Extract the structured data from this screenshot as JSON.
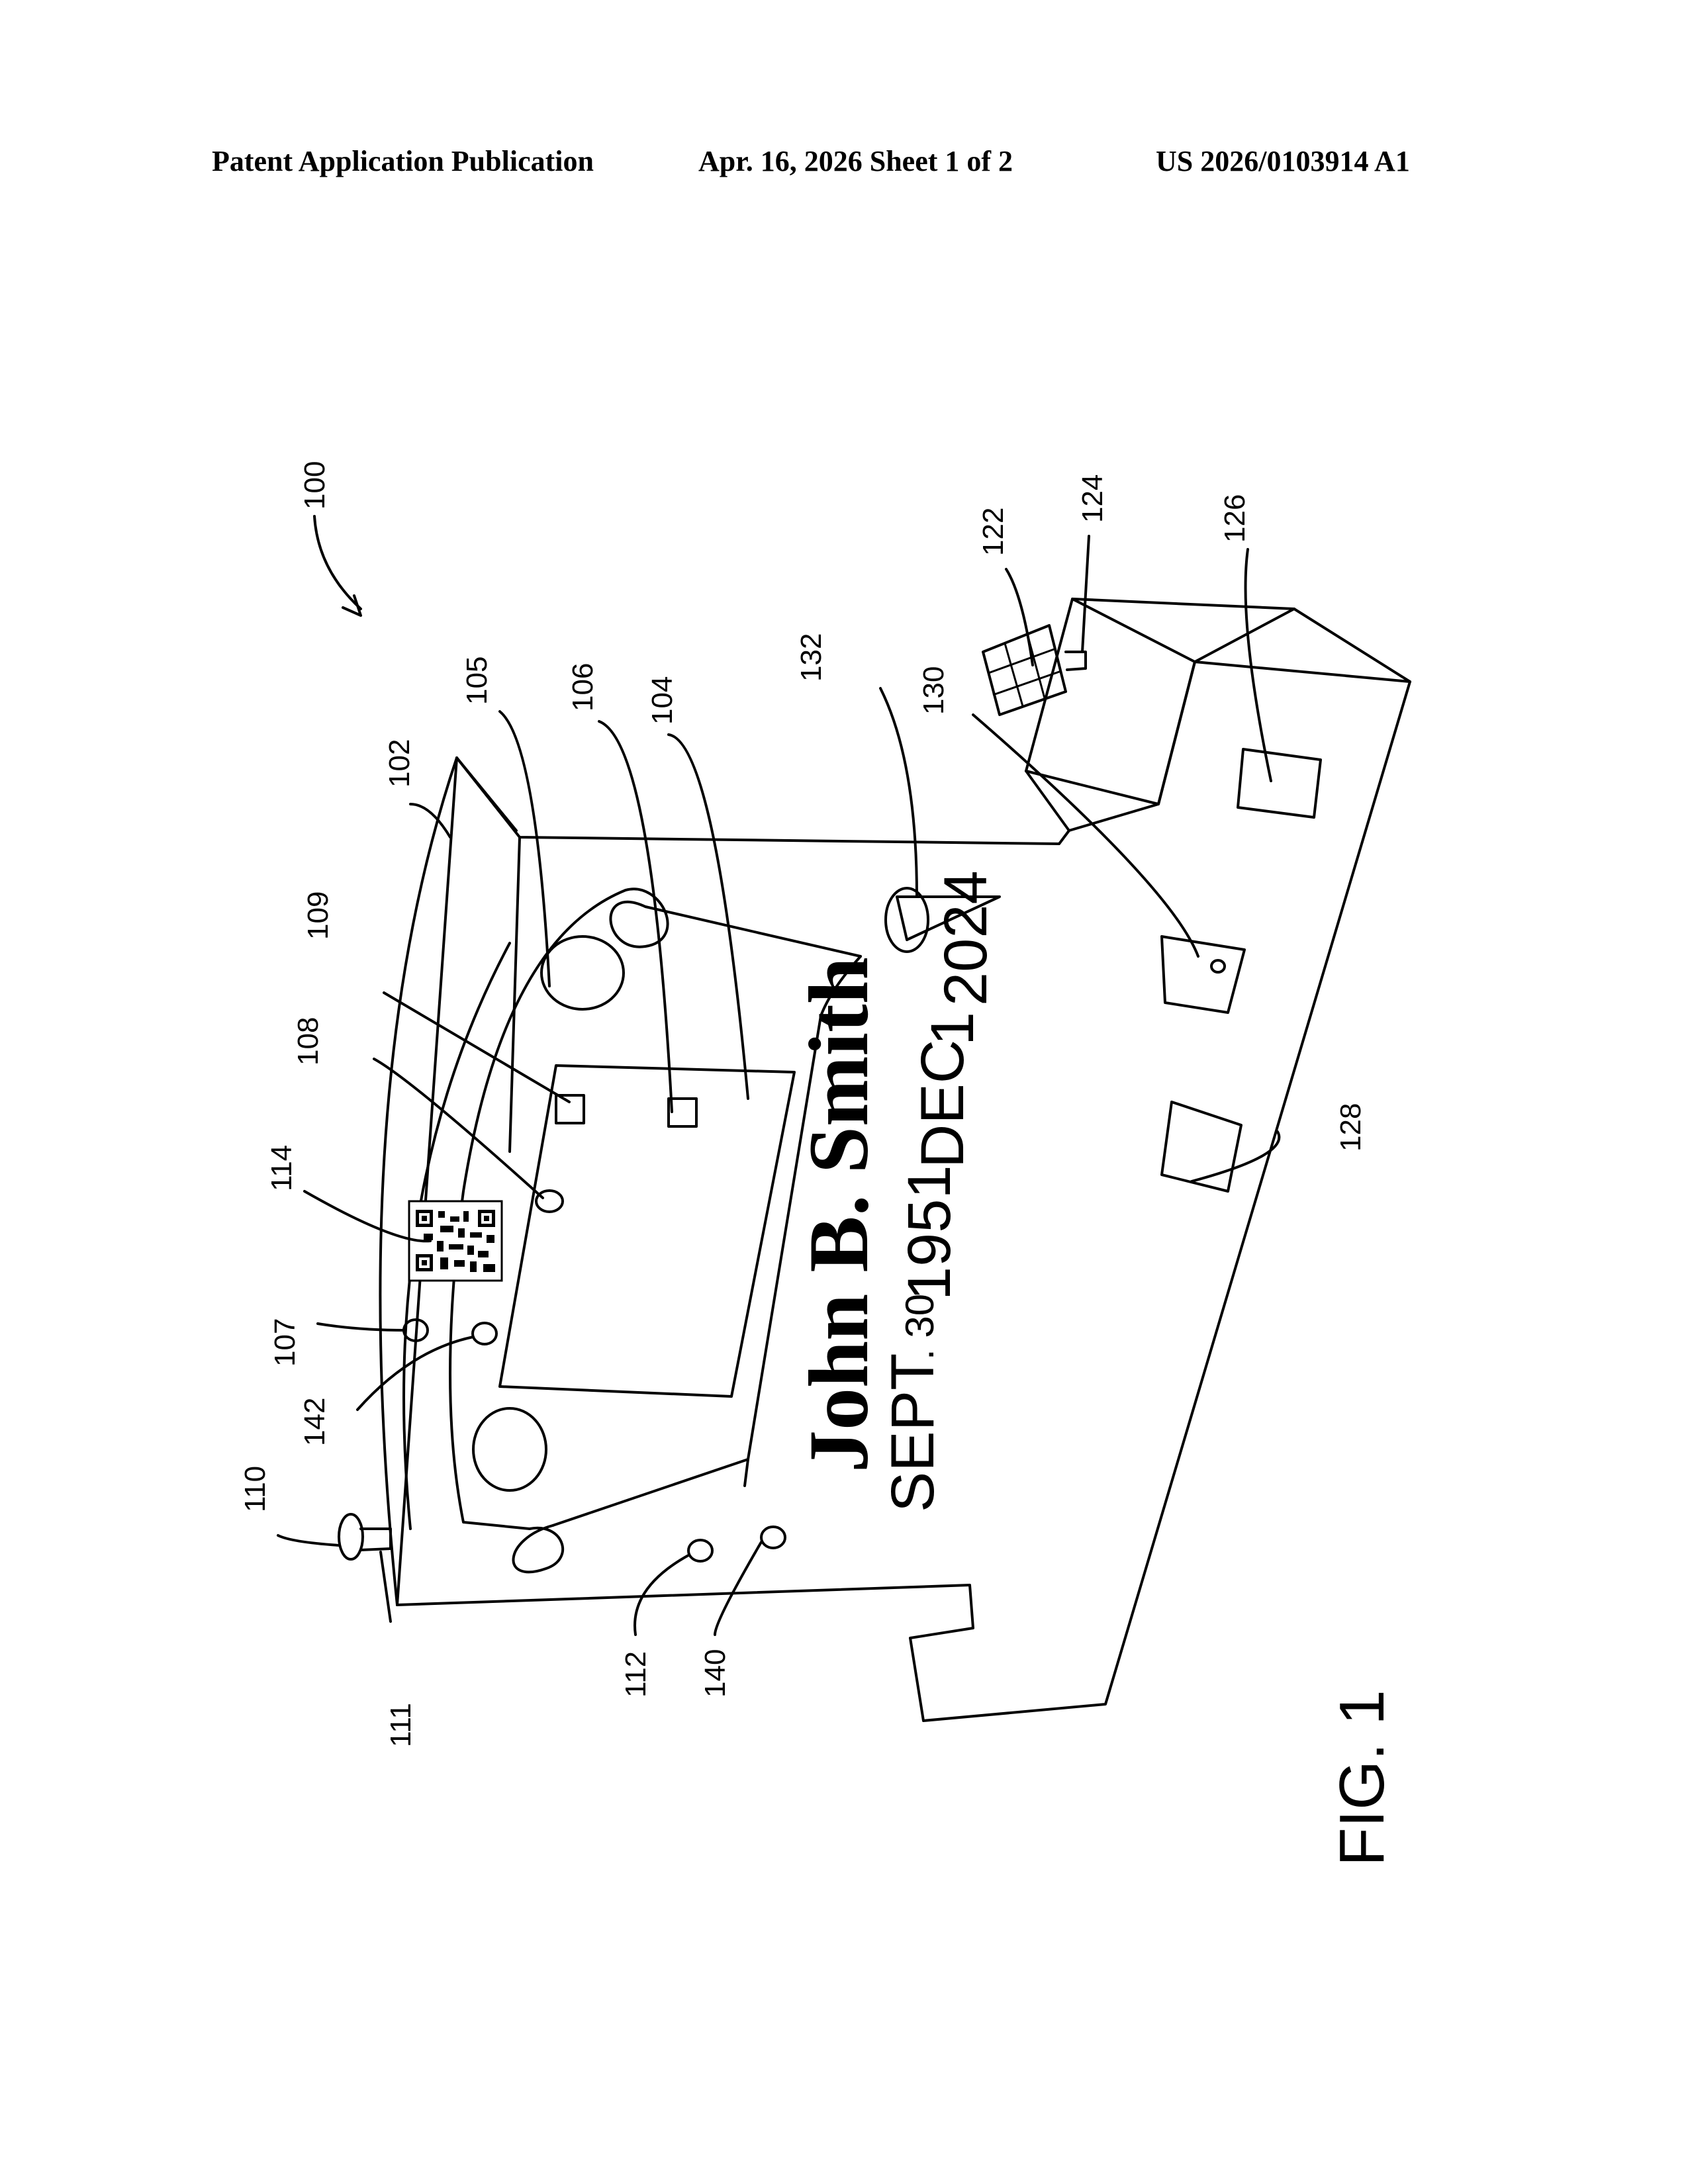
{
  "header": {
    "left": "Patent Application Publication",
    "middle": "Apr. 16, 2026  Sheet 1 of 2",
    "right": "US 2026/0103914 A1"
  },
  "headstone": {
    "name": "John B. Smith",
    "birth_month": "SEPT",
    "birth_day": ". 30",
    "birth_year": "1951",
    "death_month": "DEC",
    "death_day": "1",
    "death_year": "2024"
  },
  "figure_label": "FIG. 1",
  "reference_numerals": {
    "r100": "100",
    "r102": "102",
    "r104": "104",
    "r105": "105",
    "r106": "106",
    "r107": "107",
    "r108": "108",
    "r109": "109",
    "r110": "110",
    "r111": "111",
    "r112": "112",
    "r114": "114",
    "r122": "122",
    "r124": "124",
    "r126": "126",
    "r128": "128",
    "r130": "130",
    "r132": "132",
    "r140": "140",
    "r142": "142"
  }
}
